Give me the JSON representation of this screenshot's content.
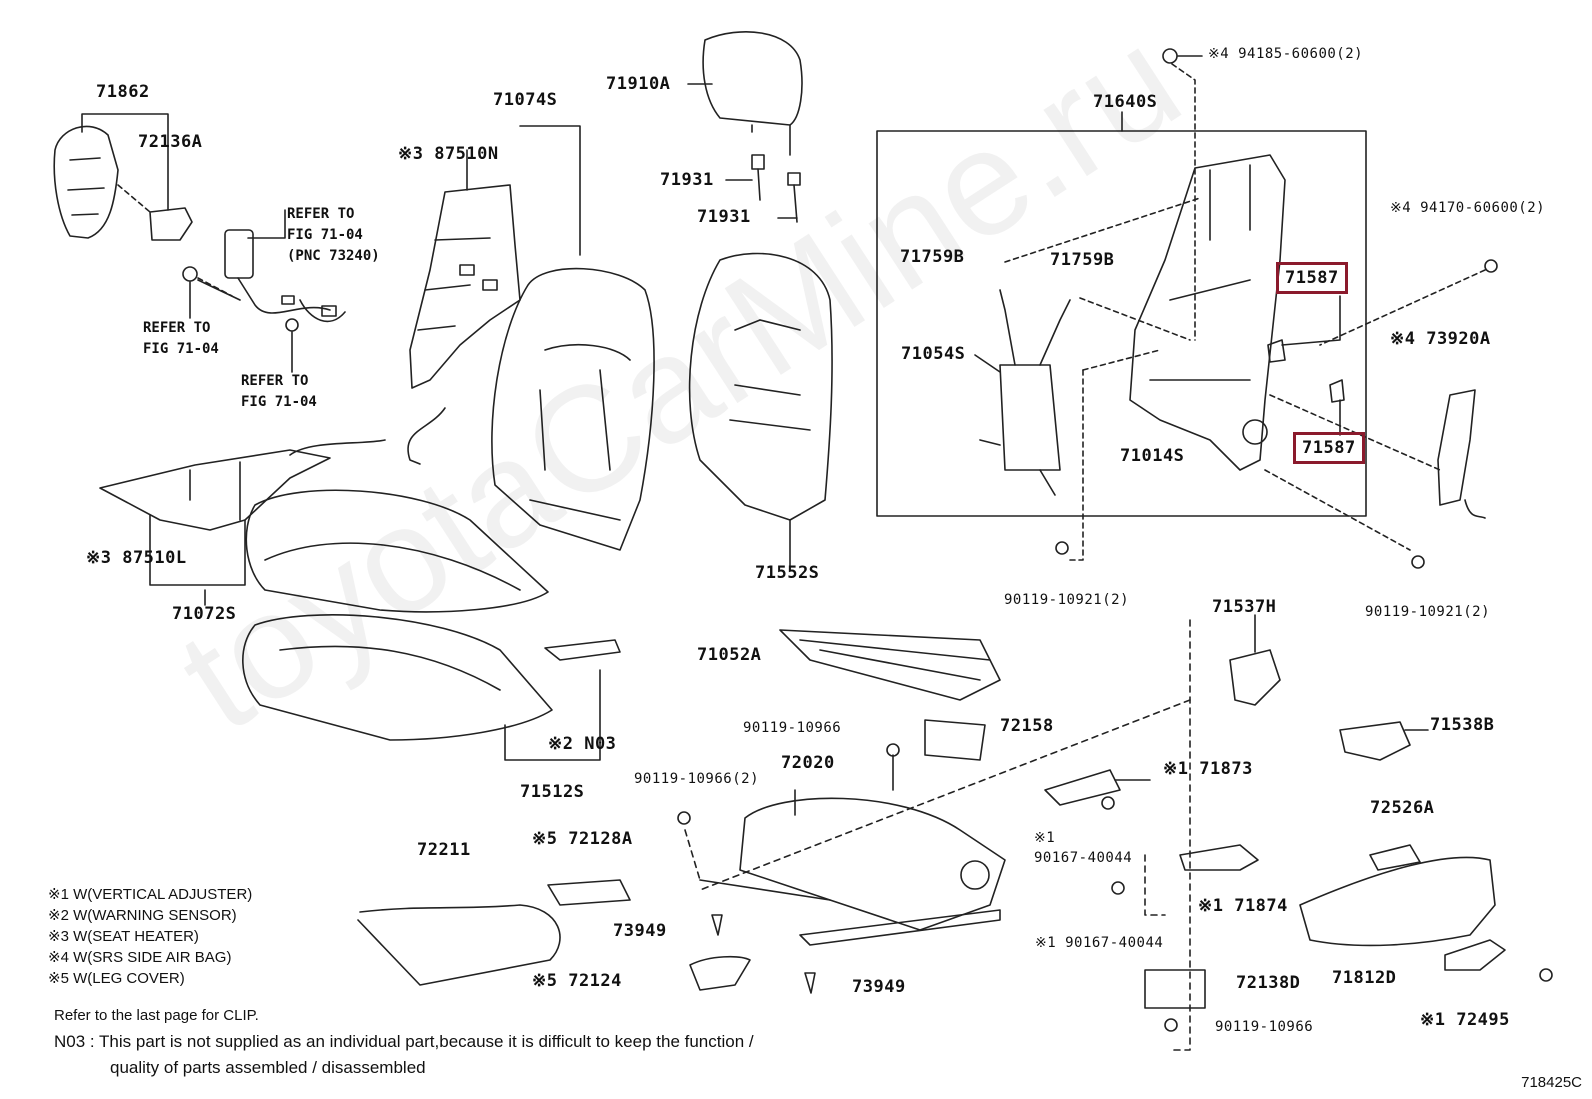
{
  "watermark": "toyotaCarMine.ru",
  "parts": {
    "p71862": "71862",
    "p72136a": "72136A",
    "ref_73240": "REFER TO\nFIG 71-04\n(PNC 73240)",
    "ref_a": "REFER TO\nFIG 71-04",
    "ref_b": "REFER TO\nFIG 71-04",
    "p71074s": "71074S",
    "p87510n": "※3 87510N",
    "p71910a": "71910A",
    "p71931a": "71931",
    "p71931b": "71931",
    "p71640s": "71640S",
    "p94185": "※4 94185-60600(2)",
    "p94170": "※4 94170-60600(2)",
    "p71759b_a": "71759B",
    "p71759b_b": "71759B",
    "p71587_a": "71587",
    "p71587_b": "71587",
    "p71054s": "71054S",
    "p71014s": "71014S",
    "p73920a": "※4 73920A",
    "p87510l": "※3 87510L",
    "p71072s": "71072S",
    "p71552s": "71552S",
    "p90119_10921_a": "90119-10921(2)",
    "p90119_10921_b": "90119-10921(2)",
    "p71537h": "71537H",
    "p71052a": "71052A",
    "p71538b": "71538B",
    "pn03": "※2 N03",
    "p71512s": "71512S",
    "p90119_10966": "90119-10966",
    "p72158": "72158",
    "p72020": "72020",
    "p90119_10966_2": "90119-10966(2)",
    "p71873": "※1 71873",
    "p72526a": "72526A",
    "p90167_a": "※1\n90167-40044",
    "p72211": "72211",
    "p72128a": "※5 72128A",
    "p71874": "※1 71874",
    "p73949_a": "73949",
    "p90167_b": "※1 90167-40044",
    "p71812d": "71812D",
    "p72124": "※5 72124",
    "p73949_b": "73949",
    "p72138d": "72138D",
    "p72495": "※1 72495",
    "p90119_10966_c": "90119-10966"
  },
  "legend": [
    "※1 W(VERTICAL ADJUSTER)",
    "※2 W(WARNING SENSOR)",
    "※3 W(SEAT HEATER)",
    "※4 W(SRS SIDE AIR BAG)",
    "※5 W(LEG COVER)"
  ],
  "notes": {
    "clip": "Refer to the last page for CLIP.",
    "n03_line1": "N03 : This part is not supplied as an individual part,because it is difficult to keep the function /",
    "n03_line2": "quality of parts assembled / disassembled"
  },
  "figure_code": "718425C",
  "highlight_color": "#8b1a2c"
}
